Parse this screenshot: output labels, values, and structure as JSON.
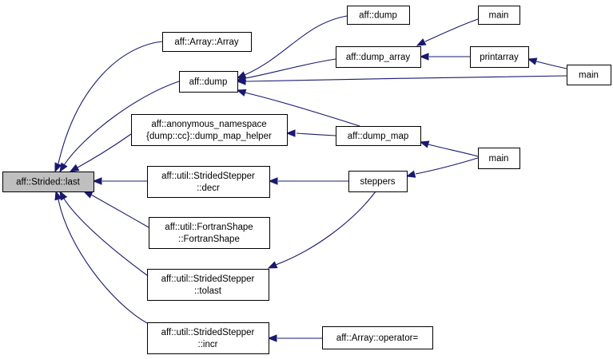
{
  "graph": {
    "nodes": [
      {
        "id": "strided_last",
        "lines": [
          "aff::Strided::last"
        ],
        "root": true
      },
      {
        "id": "array_ctor",
        "lines": [
          "aff::Array::Array"
        ]
      },
      {
        "id": "dump",
        "lines": [
          "aff::dump"
        ]
      },
      {
        "id": "dump_map_helper",
        "lines": [
          "aff::anonymous_namespace",
          "{dump::cc}::dump_map_helper"
        ]
      },
      {
        "id": "stepper_decr",
        "lines": [
          "aff::util::StridedStepper",
          "::decr"
        ]
      },
      {
        "id": "fortranshape",
        "lines": [
          "aff::util::FortranShape",
          "::FortranShape"
        ]
      },
      {
        "id": "stepper_tolast",
        "lines": [
          "aff::util::StridedStepper",
          "::tolast"
        ]
      },
      {
        "id": "stepper_incr",
        "lines": [
          "aff::util::StridedStepper",
          "::incr"
        ]
      },
      {
        "id": "dump2",
        "lines": [
          "aff::dump"
        ]
      },
      {
        "id": "dump_array",
        "lines": [
          "aff::dump_array"
        ]
      },
      {
        "id": "dump_map",
        "lines": [
          "aff::dump_map"
        ]
      },
      {
        "id": "steppers",
        "lines": [
          "steppers"
        ]
      },
      {
        "id": "array_operator_assign",
        "lines": [
          "aff::Array::operator="
        ]
      },
      {
        "id": "main_top",
        "lines": [
          "main"
        ]
      },
      {
        "id": "printarray",
        "lines": [
          "printarray"
        ]
      },
      {
        "id": "main_right",
        "lines": [
          "main"
        ]
      },
      {
        "id": "main_mid",
        "lines": [
          "main"
        ]
      }
    ],
    "edges": [
      {
        "from": "array_ctor",
        "to": "strided_last"
      },
      {
        "from": "dump",
        "to": "strided_last"
      },
      {
        "from": "dump_map_helper",
        "to": "strided_last"
      },
      {
        "from": "stepper_decr",
        "to": "strided_last"
      },
      {
        "from": "fortranshape",
        "to": "strided_last"
      },
      {
        "from": "stepper_tolast",
        "to": "strided_last"
      },
      {
        "from": "stepper_incr",
        "to": "strided_last"
      },
      {
        "from": "dump2",
        "to": "dump"
      },
      {
        "from": "dump_array",
        "to": "dump"
      },
      {
        "from": "main_right",
        "to": "dump"
      },
      {
        "from": "dump_map",
        "to": "dump"
      },
      {
        "from": "dump_map",
        "to": "dump_map_helper"
      },
      {
        "from": "steppers",
        "to": "stepper_decr"
      },
      {
        "from": "steppers",
        "to": "stepper_tolast"
      },
      {
        "from": "array_operator_assign",
        "to": "stepper_incr"
      },
      {
        "from": "main_top",
        "to": "dump_array"
      },
      {
        "from": "printarray",
        "to": "dump_array"
      },
      {
        "from": "main_right",
        "to": "printarray"
      },
      {
        "from": "main_mid",
        "to": "dump_map"
      },
      {
        "from": "main_mid",
        "to": "steppers"
      }
    ]
  }
}
